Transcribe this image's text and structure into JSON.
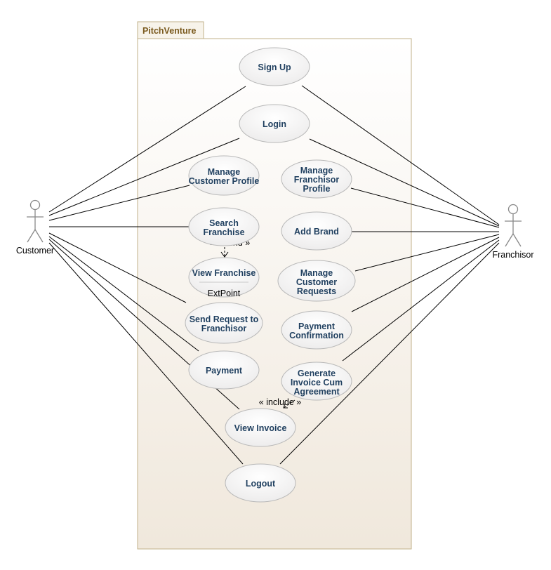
{
  "system": {
    "name": "PitchVenture"
  },
  "actors": {
    "customer": {
      "name": "Customer"
    },
    "franchisor": {
      "name": "Franchisor"
    }
  },
  "use_cases": {
    "sign_up": [
      "Sign Up"
    ],
    "login": [
      "Login"
    ],
    "manage_customer_profile": [
      "Manage",
      "Customer Profile"
    ],
    "manage_franchisor_profile": [
      "Manage",
      "Franchisor",
      "Profile"
    ],
    "search_franchise": [
      "Search",
      "Franchise"
    ],
    "add_brand": [
      "Add Brand"
    ],
    "view_franchise": [
      "View Franchise"
    ],
    "manage_customer_requests": [
      "Manage",
      "Customer",
      "Requests"
    ],
    "send_request": [
      "Send Request to",
      "Franchisor"
    ],
    "payment_confirmation": [
      "Payment",
      "Confirmation"
    ],
    "payment": [
      "Payment"
    ],
    "generate_invoice": [
      "Generate",
      "Invoice Cum",
      "Agreement"
    ],
    "view_invoice": [
      "View Invoice"
    ],
    "logout": [
      "Logout"
    ]
  },
  "extension_point": "ExtPoint",
  "relationships": {
    "extend": "« extend »",
    "include": "« include »"
  },
  "colors": {
    "usecase_text": "#1f3f5f",
    "package_tab_text": "#7a5a1e",
    "package_border": "#c2b08a",
    "actor_stroke": "#888888"
  }
}
